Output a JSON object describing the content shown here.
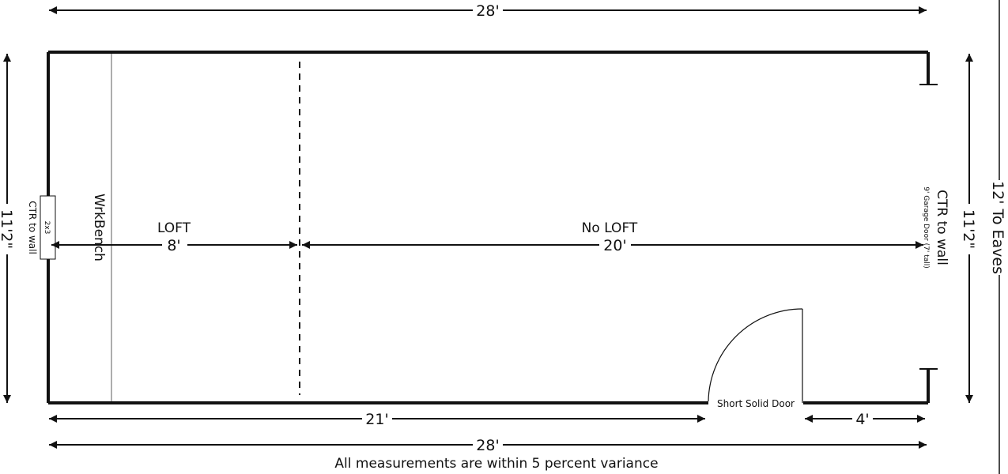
{
  "dimensions": {
    "top_width": "28'",
    "bottom_width": "28'",
    "bottom_left_run": "21'",
    "bottom_right_run": "4'",
    "left_depth": "11'2\"",
    "right_depth": "11'2\"",
    "loft_length": "8'",
    "no_loft_length": "20'",
    "eaves_height": "12' To Eaves"
  },
  "labels": {
    "loft": "LOFT",
    "no_loft": "No LOFT",
    "workbench": "WrkBench",
    "stud": "2x3",
    "ctr_to_wall_left": "CTR to wall",
    "ctr_to_wall_right": "CTR to wall",
    "garage_door": "9' Garage Door (7' tall)",
    "solid_door": "Short Solid Door"
  },
  "footer_note": "All measurements are within 5 percent variance"
}
